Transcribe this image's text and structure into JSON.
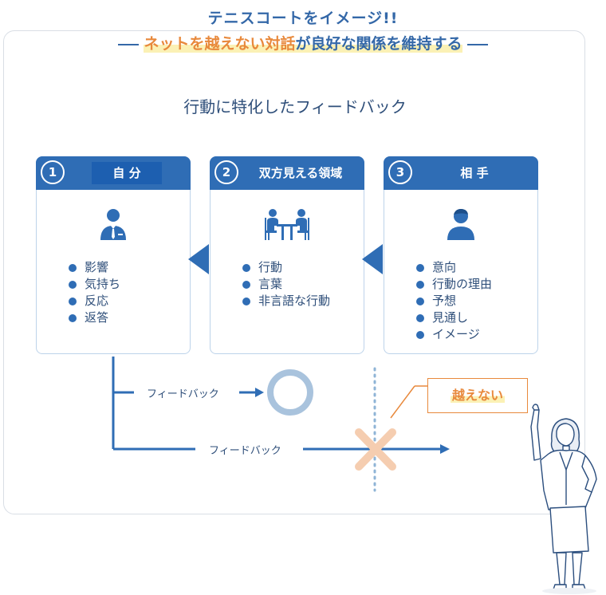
{
  "header": {
    "title": "テニスコートをイメージ!!",
    "subtitle_highlight": "ネットを越えない対話",
    "subtitle_rest": "が良好な関係を維持する"
  },
  "main_title": "行動に特化したフィードバック",
  "cards": [
    {
      "number": "1",
      "label": "自 分",
      "icon": "businessman-icon",
      "items": [
        "影響",
        "気持ち",
        "反応",
        "返答"
      ]
    },
    {
      "number": "2",
      "label": "双方見える領域",
      "icon": "meeting-table-icon",
      "items": [
        "行動",
        "言葉",
        "非言語な行動"
      ]
    },
    {
      "number": "3",
      "label": "相 手",
      "icon": "person-icon",
      "items": [
        "意向",
        "行動の理由",
        "予想",
        "見通し",
        "イメージ"
      ]
    }
  ],
  "feedback": {
    "label_ok": "フィードバック",
    "label_ng": "フィードバック",
    "ng_text": "越えない"
  },
  "colors": {
    "primary": "#2f6db5",
    "accent": "#e8893c",
    "ok_circle": "#a9c3dd",
    "ng_cross": "#f5cdb0"
  }
}
